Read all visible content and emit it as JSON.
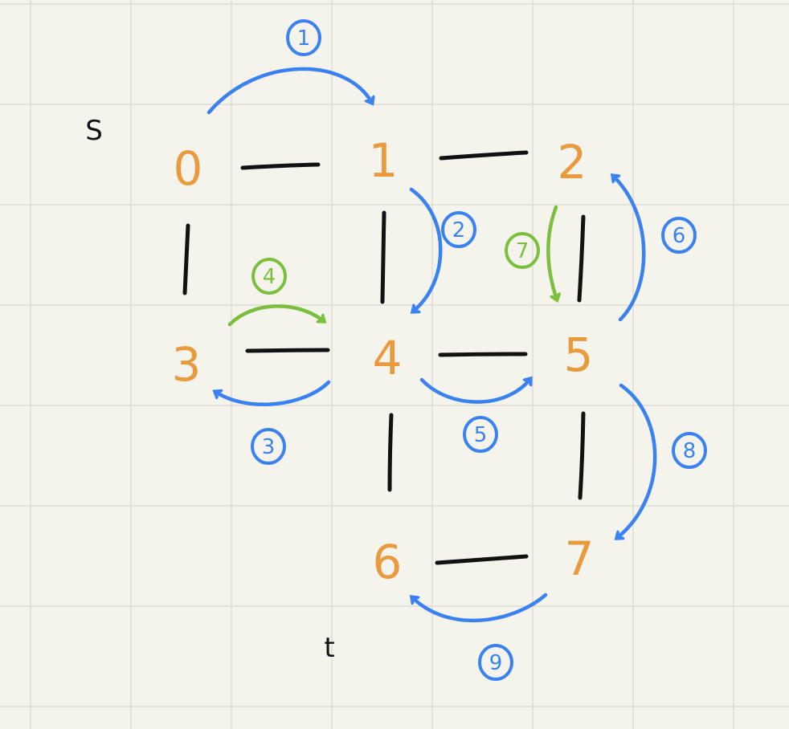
{
  "colors": {
    "background": "#f4f3ec",
    "grid": "#dedcd4",
    "node": "#e89a3c",
    "edge": "#111111",
    "blue_path": "#3a82ef",
    "green_path": "#7cbf3e"
  },
  "labels": {
    "source": "S",
    "target": "t"
  },
  "nodes": [
    {
      "id": "0",
      "label": "0"
    },
    {
      "id": "1",
      "label": "1"
    },
    {
      "id": "2",
      "label": "2"
    },
    {
      "id": "3",
      "label": "3"
    },
    {
      "id": "4",
      "label": "4"
    },
    {
      "id": "5",
      "label": "5"
    },
    {
      "id": "6",
      "label": "6"
    },
    {
      "id": "7",
      "label": "7"
    }
  ],
  "edges": [
    [
      "0",
      "1"
    ],
    [
      "1",
      "2"
    ],
    [
      "0",
      "3"
    ],
    [
      "1",
      "4"
    ],
    [
      "2",
      "5"
    ],
    [
      "3",
      "4"
    ],
    [
      "4",
      "5"
    ],
    [
      "4",
      "6"
    ],
    [
      "5",
      "7"
    ],
    [
      "6",
      "7"
    ]
  ],
  "steps": [
    {
      "label": "1",
      "from": "0",
      "to": "1",
      "color": "blue"
    },
    {
      "label": "2",
      "from": "1",
      "to": "4",
      "color": "blue"
    },
    {
      "label": "3",
      "from": "4",
      "to": "3",
      "color": "blue"
    },
    {
      "label": "4",
      "from": "3",
      "to": "4",
      "color": "green"
    },
    {
      "label": "5",
      "from": "4",
      "to": "5",
      "color": "blue"
    },
    {
      "label": "6",
      "from": "5",
      "to": "2",
      "color": "blue"
    },
    {
      "label": "7",
      "from": "2",
      "to": "5",
      "color": "green"
    },
    {
      "label": "8",
      "from": "5",
      "to": "7",
      "color": "blue"
    },
    {
      "label": "9",
      "from": "7",
      "to": "6",
      "color": "blue"
    }
  ]
}
